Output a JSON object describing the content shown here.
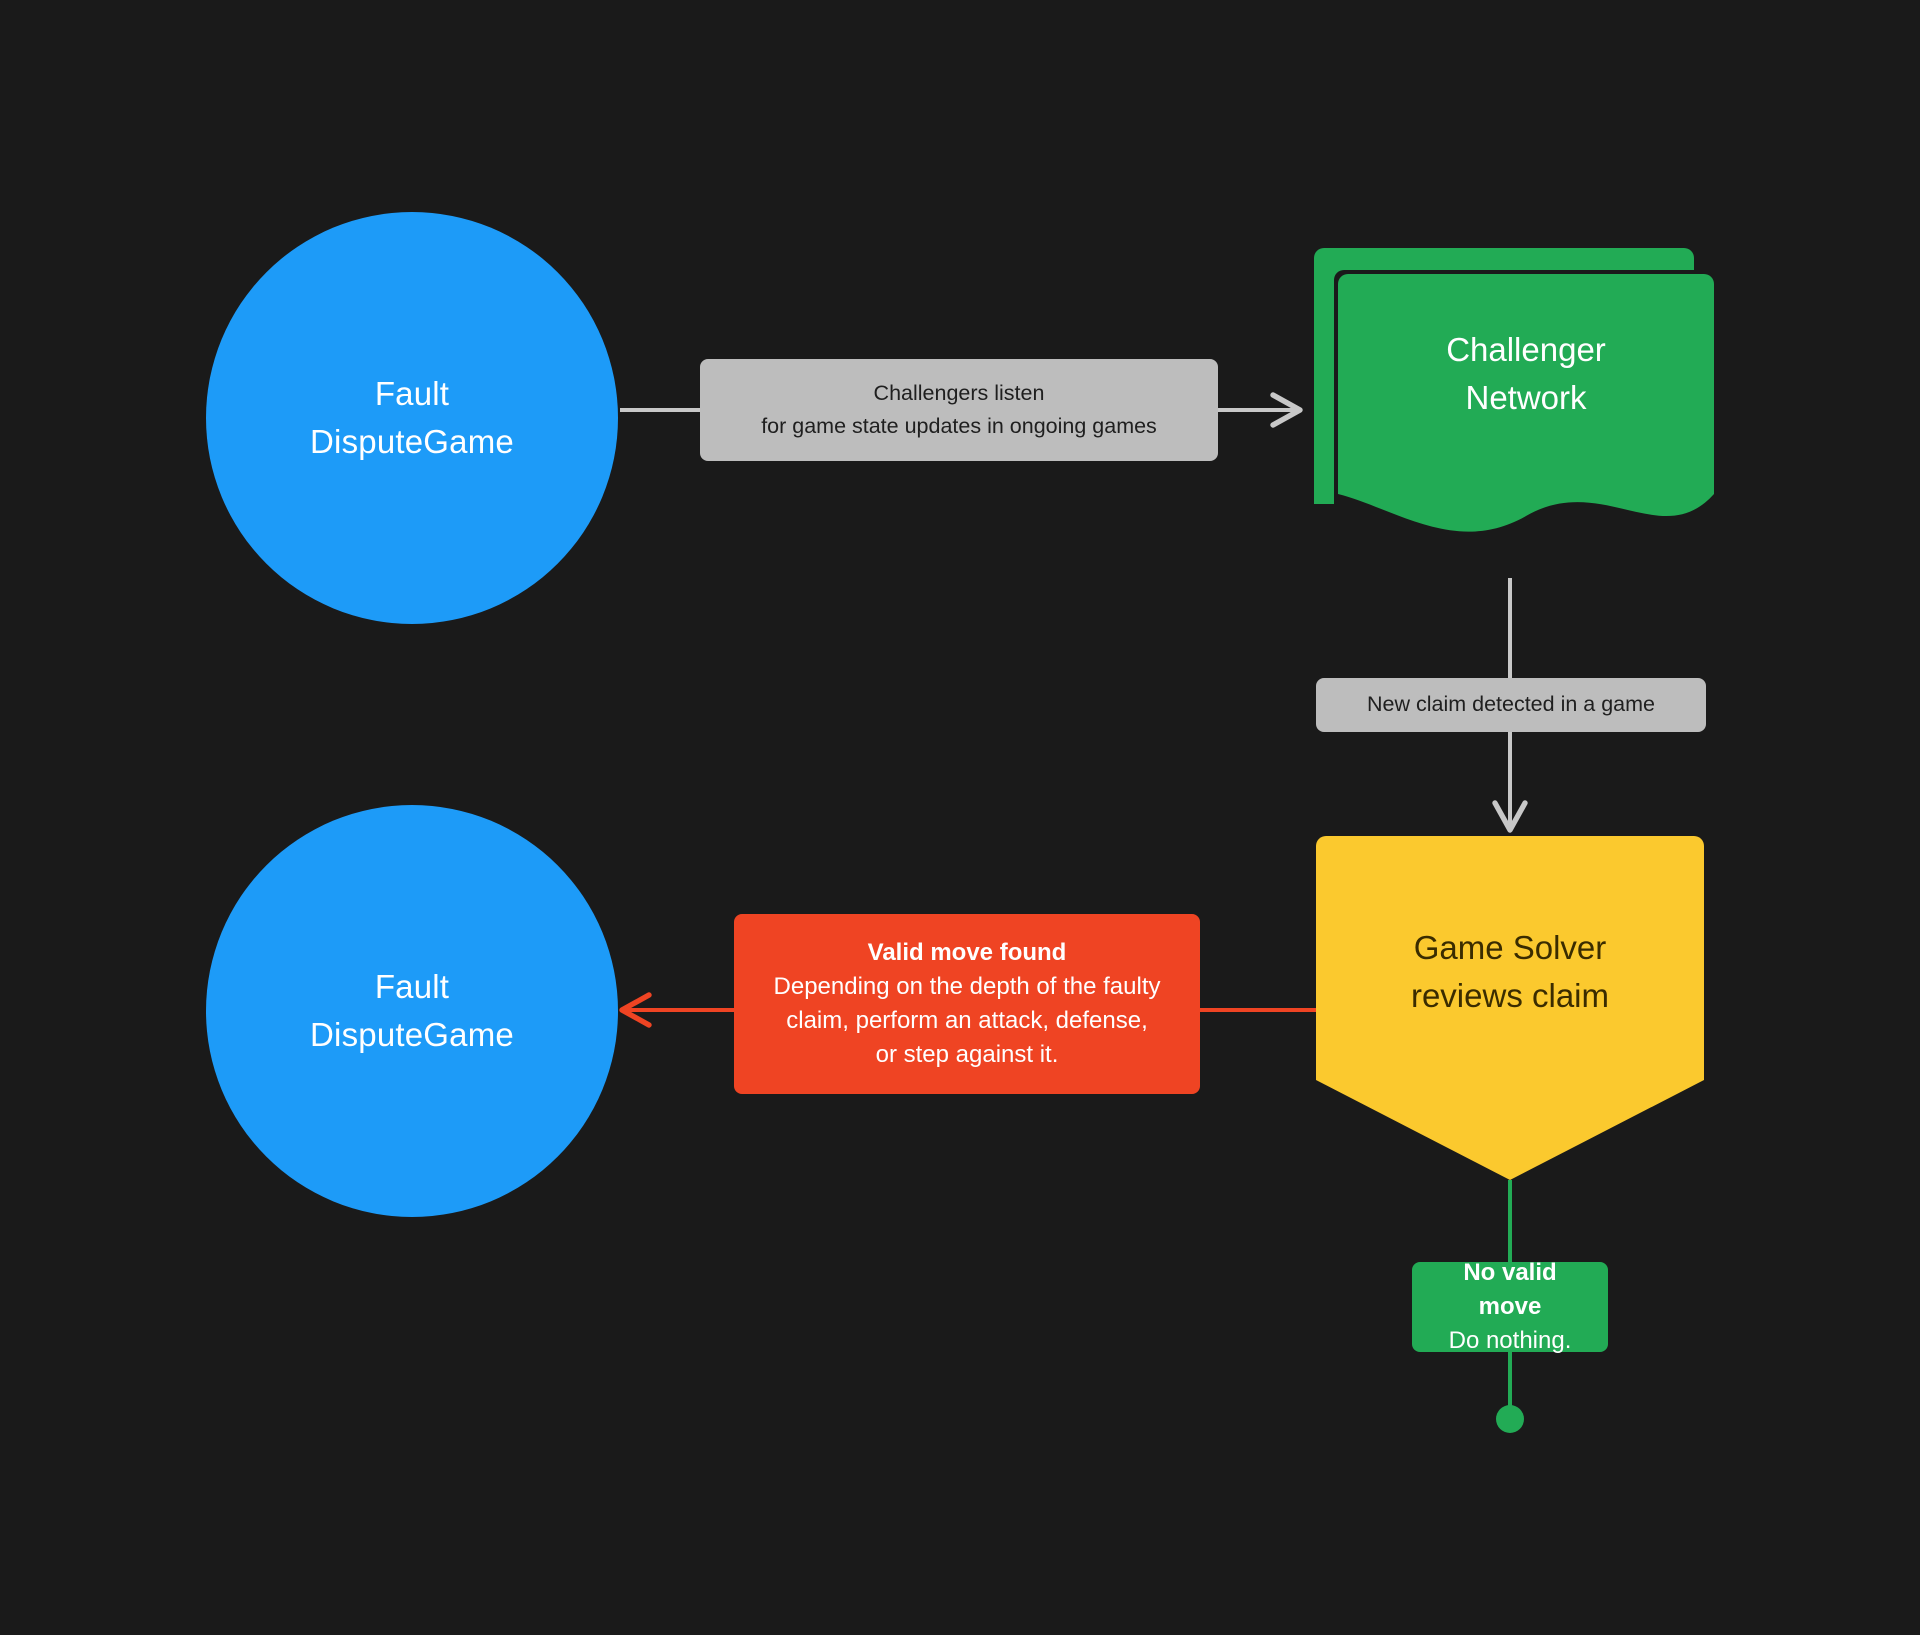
{
  "diagram": {
    "title": "Fault Dispute Game challenger flow",
    "background_color": "#1a1a1a"
  },
  "colors": {
    "background": "#1a1a1a",
    "circle_blue": "#1d9bf8",
    "doc_green": "#22ab55",
    "pentagon_yellow": "#fbc92e",
    "label_grey": "#bdbdbd",
    "label_red": "#ef4423",
    "label_green": "#22ab55",
    "edge_grey": "#c8c8c8",
    "edge_red": "#ef4423",
    "edge_green": "#22ab55",
    "text_light": "#ffffff",
    "text_dark": "#1f1f1f",
    "text_yellow_node": "#3a2c00"
  },
  "nodes": {
    "fault_dispute_game_top": {
      "label": "Fault\nDisputeGame",
      "shape": "circle",
      "color": "#1d9bf8"
    },
    "challenger_network": {
      "label": "Challenger\nNetwork",
      "shape": "multi-document",
      "color": "#22ab55"
    },
    "game_solver": {
      "label": "Game Solver\nreviews claim",
      "shape": "pentagon-banner",
      "color": "#fbc92e"
    },
    "fault_dispute_game_bottom": {
      "label": "Fault\nDisputeGame",
      "shape": "circle",
      "color": "#1d9bf8"
    }
  },
  "edges": {
    "listen": {
      "label": "Challengers listen\nfor game state updates in ongoing games",
      "from": "fault_dispute_game_top",
      "to": "challenger_network",
      "color": "#c8c8c8"
    },
    "new_claim": {
      "label": "New claim detected in a game",
      "from": "challenger_network",
      "to": "game_solver",
      "color": "#c8c8c8"
    },
    "valid_move": {
      "title": "Valid move found",
      "body": "Depending on the depth of the faulty\nclaim, perform an attack, defense,\nor step against it.",
      "from": "game_solver",
      "to": "fault_dispute_game_bottom",
      "color": "#ef4423"
    },
    "no_valid_move": {
      "title": "No valid move",
      "body": "Do nothing.",
      "from": "game_solver",
      "to": "terminator",
      "color": "#22ab55"
    }
  },
  "terminator": {
    "name": "end-dot",
    "color": "#22ab55"
  }
}
